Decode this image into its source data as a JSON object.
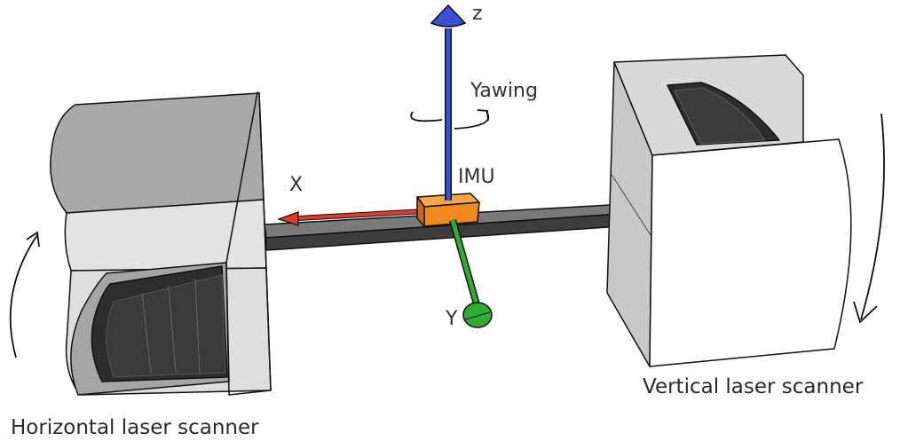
{
  "labels": {
    "z_axis": "z",
    "yawing": "Yawing",
    "imu": "IMU",
    "x_axis": "X",
    "y_axis": "Y",
    "horizontal_scanner": "Horizontal laser scanner",
    "vertical_scanner": "Vertical laser scanner"
  },
  "colors": {
    "z_axis": "#3b4fd8",
    "x_axis": "#e03a2f",
    "y_axis": "#2fae2f",
    "imu": "#f08a1c",
    "bar": "#4a4a4a",
    "scanner_light": "#e6e6e6",
    "scanner_mid": "#c4c4c4",
    "scanner_dark": "#2e2e2e"
  }
}
